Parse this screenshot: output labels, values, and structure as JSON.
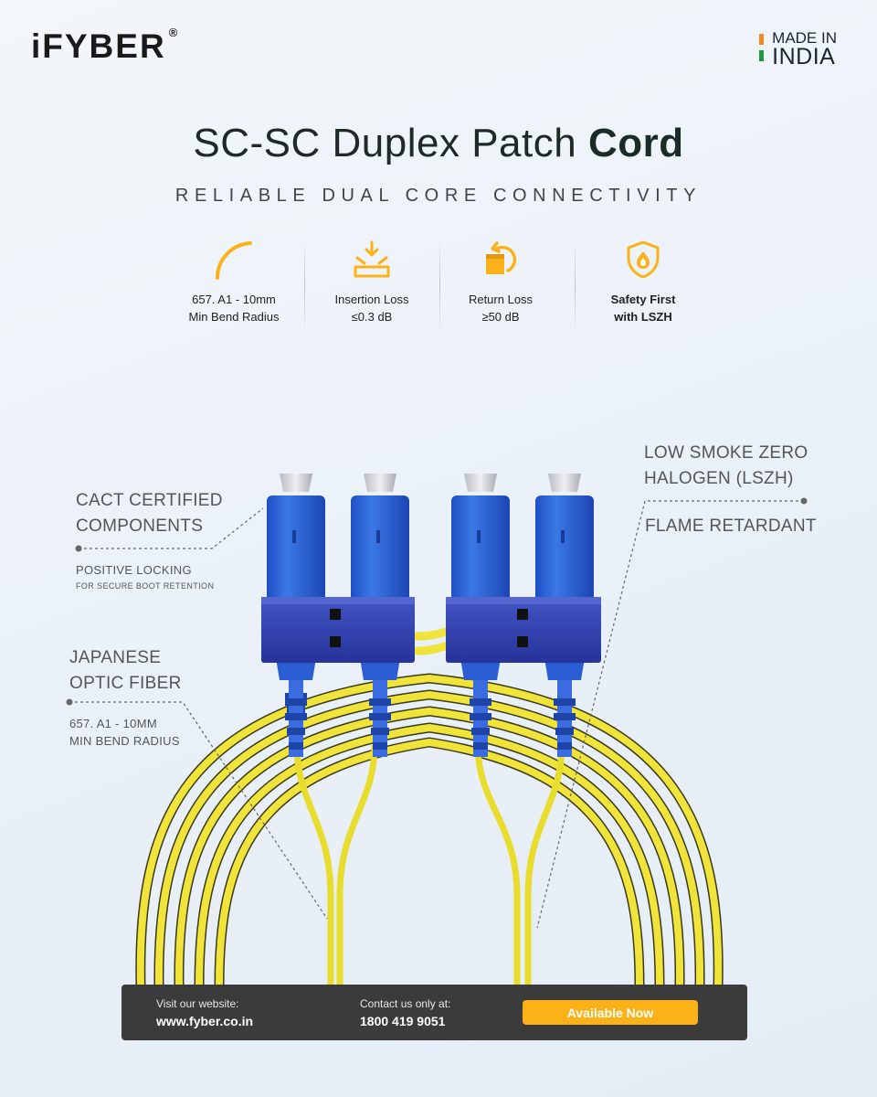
{
  "brand": {
    "logo_text": "iFYBER",
    "registered": "®"
  },
  "badge": {
    "line1": "MADE IN",
    "line2": "INDIA"
  },
  "header": {
    "title_light": "SC-SC Duplex Patch",
    "title_bold": "Cord",
    "subtitle": "RELIABLE DUAL CORE CONNECTIVITY"
  },
  "features": [
    {
      "icon": "bend-radius-arc-icon",
      "line1": "657. A1 - 10mm",
      "line2": "Min Bend Radius"
    },
    {
      "icon": "insertion-loss-icon",
      "line1": "Insertion Loss",
      "line2": "≤0.3 dB"
    },
    {
      "icon": "return-loss-icon",
      "line1": "Return Loss",
      "line2": "≥50 dB"
    },
    {
      "icon": "safety-shield-icon",
      "line1": "Safety First",
      "line2": "with LSZH"
    }
  ],
  "callouts": {
    "cact_line1": "CACT CERTIFIED",
    "cact_line2": "COMPONENTS",
    "positive_locking": "POSITIVE LOCKING",
    "secure_boot": "FOR SECURE BOOT RETENTION",
    "japanese_line1": "JAPANESE",
    "japanese_line2": "OPTIC FIBER",
    "bend_line1": "657. A1 - 10MM",
    "bend_line2": "MIN BEND RADIUS",
    "lszh_line1": "LOW SMOKE ZERO",
    "lszh_line2": "HALOGEN (LSZH)",
    "flame": "FLAME RETARDANT"
  },
  "colors": {
    "accent": "#fbb218",
    "connector_blue": "#2a5fd0",
    "clip_blue": "#2f3fa8",
    "cable_yellow": "#f0e43a",
    "footer_bg": "#3b3b3b"
  },
  "footer": {
    "website_label": "Visit our website:",
    "website": "www.fyber.co.in",
    "contact_label": "Contact us only at:",
    "phone": "1800 419 9051",
    "cta": "Available Now"
  }
}
